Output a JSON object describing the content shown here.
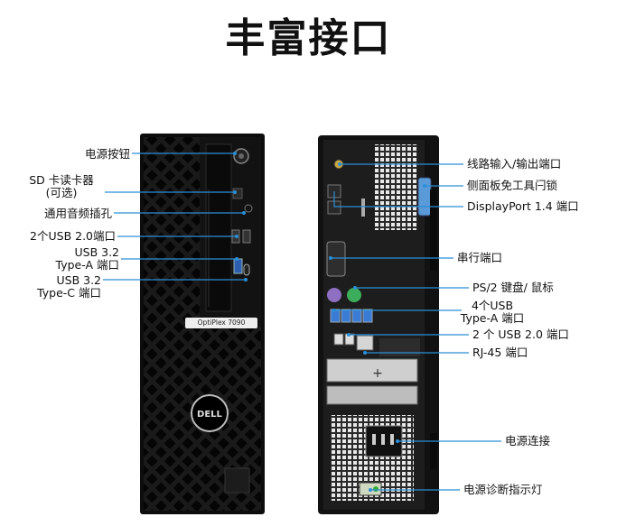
{
  "title": "丰富接口",
  "front": {
    "model_label": "OptiPlex 7090",
    "logo_text": "DELL",
    "callouts": [
      {
        "id": "power",
        "text": "电源按钮"
      },
      {
        "id": "sd",
        "text": "SD 卡读卡器\n(可选)"
      },
      {
        "id": "audio",
        "text": "通用音频插孔"
      },
      {
        "id": "usb2",
        "text": "2个USB 2.0端口"
      },
      {
        "id": "usb32a",
        "text": "USB 3.2\nType-A 端口"
      },
      {
        "id": "usb32c",
        "text": "USB 3.2\nType-C 端口"
      }
    ]
  },
  "rear": {
    "callouts": [
      {
        "id": "lineio",
        "text": "线路输入/输出端口"
      },
      {
        "id": "lock",
        "text": "侧面板免工具闩锁"
      },
      {
        "id": "dp",
        "text": "DisplayPort 1.4 端口"
      },
      {
        "id": "serial",
        "text": "串行端口"
      },
      {
        "id": "ps2",
        "text": "PS/2 键盘/ 鼠标"
      },
      {
        "id": "usb4a",
        "text": "4个USB\nType-A 端口"
      },
      {
        "id": "usb2rear",
        "text": "2 个 USB 2.0 端口"
      },
      {
        "id": "rj45",
        "text": "RJ-45 端口"
      },
      {
        "id": "powerconn",
        "text": "电源连接"
      },
      {
        "id": "diag",
        "text": "电源诊断指示灯"
      }
    ]
  },
  "colors": {
    "accent": "#2b8fd6",
    "usb3": "#3a7bd5",
    "ps2_kbd": "#8e6fc2",
    "ps2_mouse": "#3cae5b",
    "chassis": "#141414"
  }
}
